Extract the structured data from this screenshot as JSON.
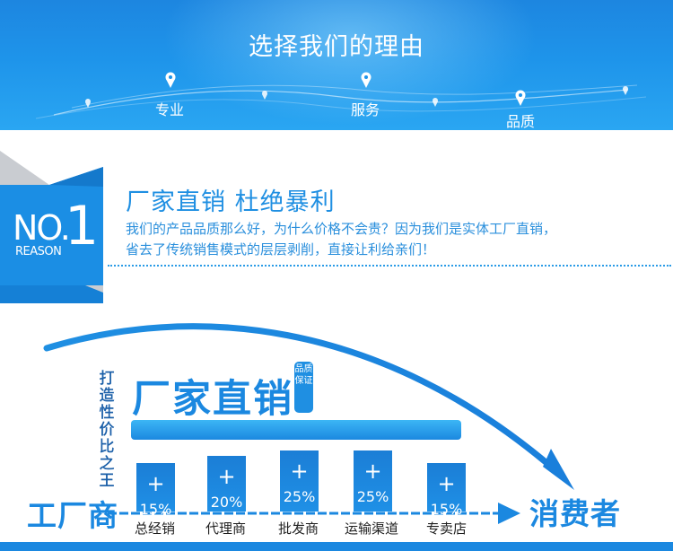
{
  "banner": {
    "title": "选择我们的理由",
    "points": [
      {
        "label": "专业"
      },
      {
        "label": "服务"
      },
      {
        "label": "品质"
      }
    ]
  },
  "rank": {
    "no": "NO.",
    "one": "1",
    "reason": "REASON"
  },
  "reason1": {
    "headline": "厂家直销 杜绝暴利",
    "desc_line1": "我们的产品品质那么好，为什么价格不会贵？因为我们是实体工厂直销，",
    "desc_line2": "省去了传统销售模式的层层剥削，直接让利给亲们！"
  },
  "diagram": {
    "slogan_vertical": "打造性价比之王",
    "brand": "厂家直销",
    "badge_vertical": "品质保证",
    "source": "工厂商",
    "target": "消费者",
    "tiers": [
      {
        "label": "总经销",
        "plus": "+",
        "pct": "15%"
      },
      {
        "label": "代理商",
        "plus": "+",
        "pct": "20%"
      },
      {
        "label": "批发商",
        "plus": "+",
        "pct": "25%"
      },
      {
        "label": "运输渠道",
        "plus": "+",
        "pct": "25%"
      },
      {
        "label": "专卖店",
        "plus": "+",
        "pct": "15%"
      }
    ],
    "colors": {
      "primary": "#1b88e0",
      "dark_text": "#1a5fa8"
    }
  }
}
